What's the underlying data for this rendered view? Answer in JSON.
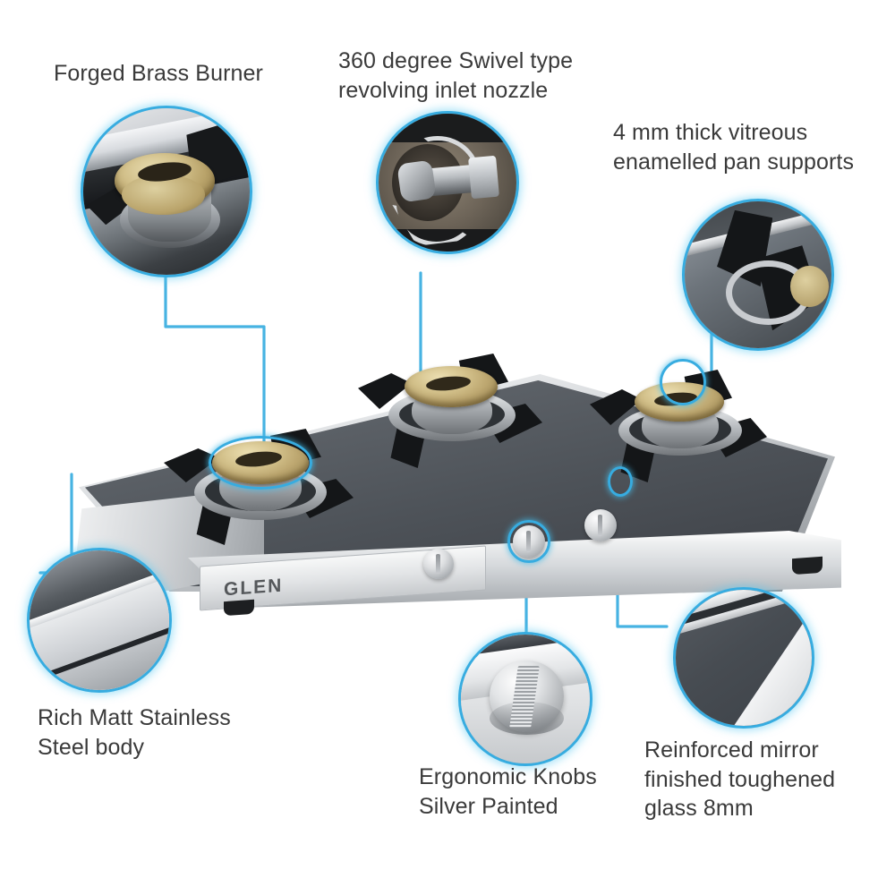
{
  "image": {
    "type": "product-infographic",
    "subject": "GLEN 3-burner glass top gas stove",
    "background_color": "#ffffff",
    "accent_color": "#37ace0",
    "text_color": "#3a3a3a"
  },
  "product": {
    "brand": "GLEN",
    "burner_count": 3,
    "knob_count": 3
  },
  "callouts": [
    {
      "id": "forged-brass-burner",
      "label": "Forged Brass Burner",
      "label_lines": [
        "Forged Brass Burner"
      ],
      "inset_subject": "brass-burner-closeup",
      "position": "top-left"
    },
    {
      "id": "swivel-nozzle",
      "label": "360 degree Swivel type revolving inlet nozzle",
      "label_lines": [
        "360 degree Swivel type",
        "revolving inlet nozzle"
      ],
      "inset_subject": "swivel-nozzle-closeup",
      "position": "top-center"
    },
    {
      "id": "pan-supports",
      "label": "4 mm thick vitreous enamelled pan supports",
      "label_lines": [
        "4 mm thick vitreous",
        "enamelled pan supports"
      ],
      "inset_subject": "pan-support-closeup",
      "position": "top-right"
    },
    {
      "id": "stainless-body",
      "label": "Rich Matt Stainless Steel body",
      "label_lines": [
        "Rich Matt Stainless",
        "Steel body"
      ],
      "inset_subject": "stainless-body-closeup",
      "position": "bottom-left"
    },
    {
      "id": "ergonomic-knobs",
      "label": "Ergonomic Knobs Silver Painted",
      "label_lines": [
        "Ergonomic Knobs",
        "Silver Painted"
      ],
      "inset_subject": "knob-closeup",
      "position": "bottom-center"
    },
    {
      "id": "toughened-glass",
      "label": "Reinforced mirror finished toughened glass 8mm",
      "label_lines": [
        "Reinforced mirror",
        "finished toughened",
        "glass 8mm"
      ],
      "inset_subject": "glass-corner-closeup",
      "position": "bottom-right"
    }
  ]
}
